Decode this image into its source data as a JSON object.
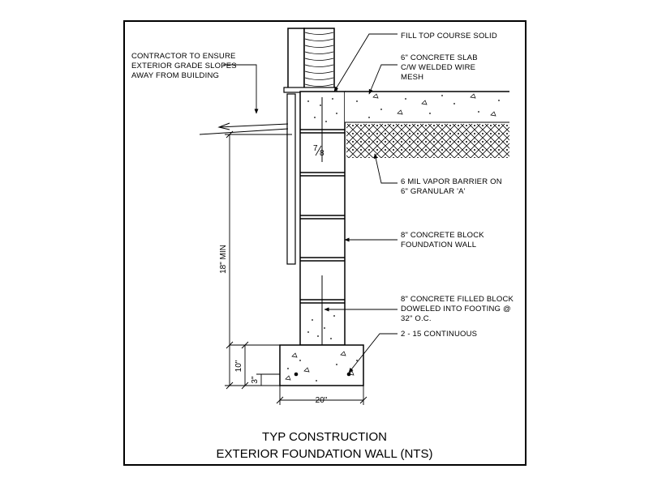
{
  "title": {
    "line1": "TYP CONSTRUCTION",
    "line2": "EXTERIOR FOUNDATION WALL (NTS)"
  },
  "notes": {
    "grade": [
      "CONTRACTOR TO ENSURE",
      "EXTERIOR GRADE SLOPES",
      "AWAY FROM BUILDING"
    ],
    "top_course": [
      "FILL TOP COURSE SOLID"
    ],
    "slab": [
      "6\" CONCRETE SLAB",
      "C/W WELDED WIRE",
      "MESH"
    ],
    "vapor": [
      "6 MIL VAPOR BARRIER ON",
      "6\" GRANULAR 'A'"
    ],
    "block_wall": [
      "8\" CONCRETE BLOCK",
      "FOUNDATION WALL"
    ],
    "filled_block": [
      "8\" CONCRETE FILLED BLOCK",
      "DOWELED INTO FOOTING @",
      "32\" O.C."
    ],
    "rebar": [
      "2 - 15 CONTINUOUS"
    ]
  },
  "dimensions": {
    "height_min": "18\" MIN",
    "footing_thick": "10\"",
    "rebar_cover": "3\"",
    "footing_width": "20\"",
    "anchor_num": "7",
    "anchor_den": "8"
  }
}
